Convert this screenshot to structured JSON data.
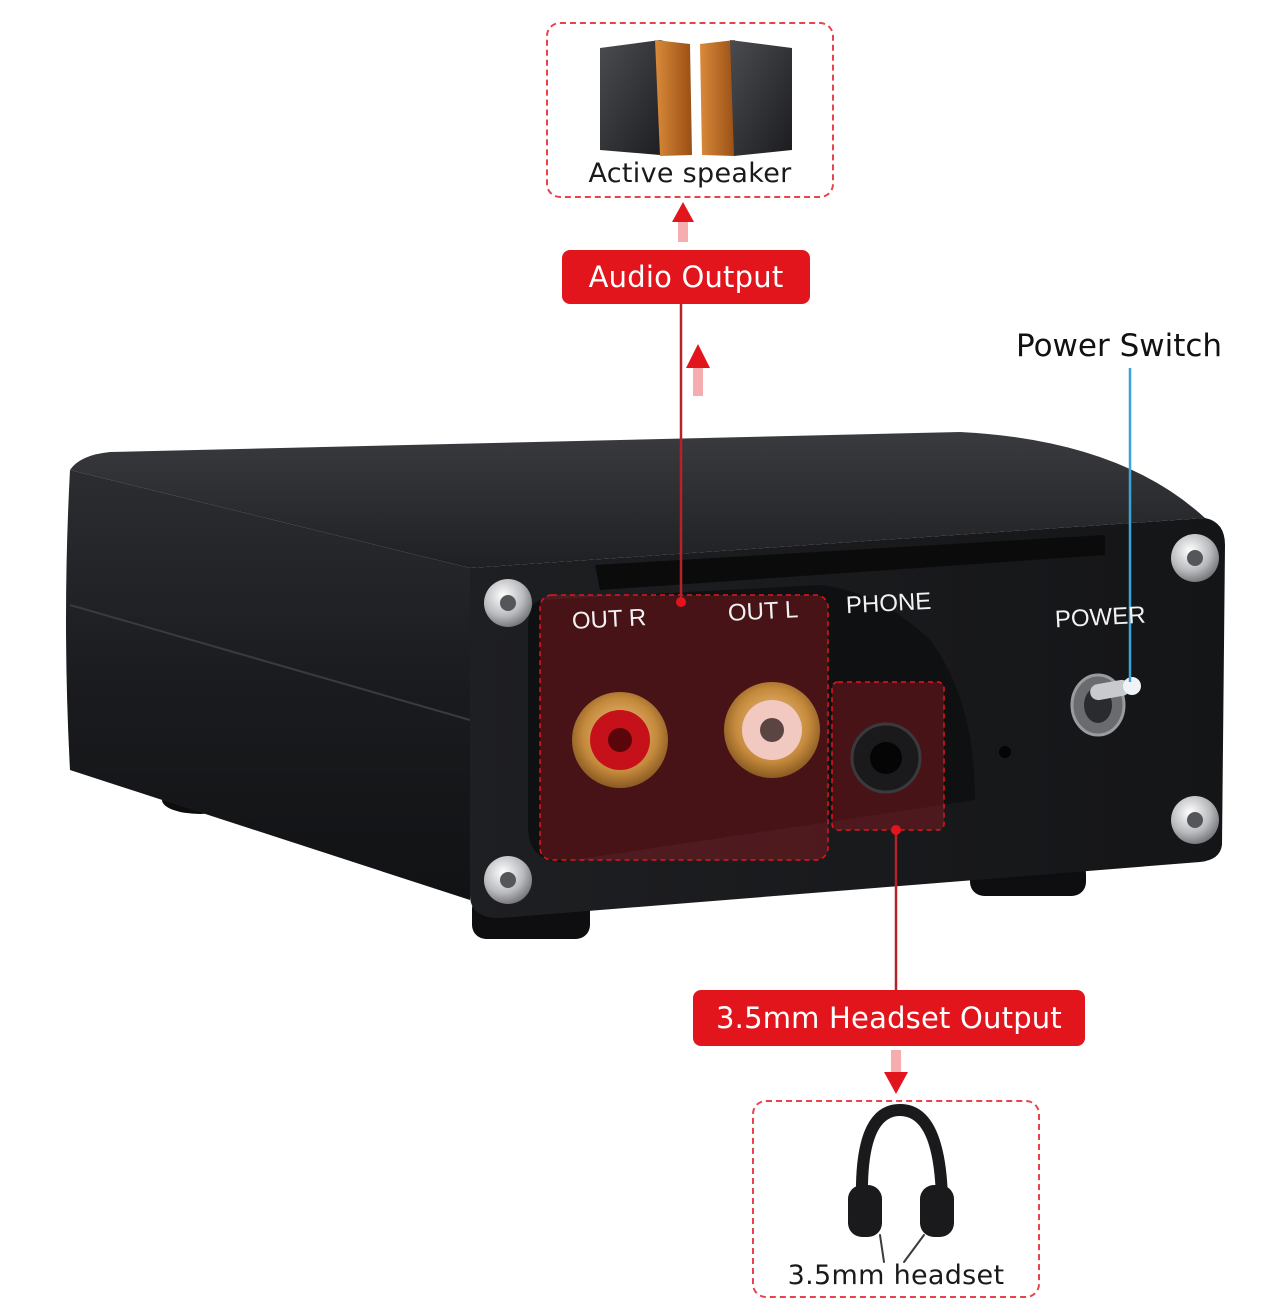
{
  "callouts": {
    "active_speaker": "Active speaker",
    "audio_output": "Audio Output",
    "power_switch": "Power Switch",
    "headset_output": "3.5mm Headset Output",
    "headset": "3.5mm headset"
  },
  "panel": {
    "out_r": "OUT R",
    "out_l": "OUT L",
    "phone": "PHONE",
    "power": "POWER"
  },
  "colors": {
    "accent_red": "#e2151d",
    "leader_red": "#b4232a",
    "leader_blue": "#3aa3d8",
    "chassis": "#1c1d20"
  },
  "icons": [
    "speaker-pair-icon",
    "headphones-icon",
    "arrow-up-icon",
    "arrow-down-icon"
  ]
}
